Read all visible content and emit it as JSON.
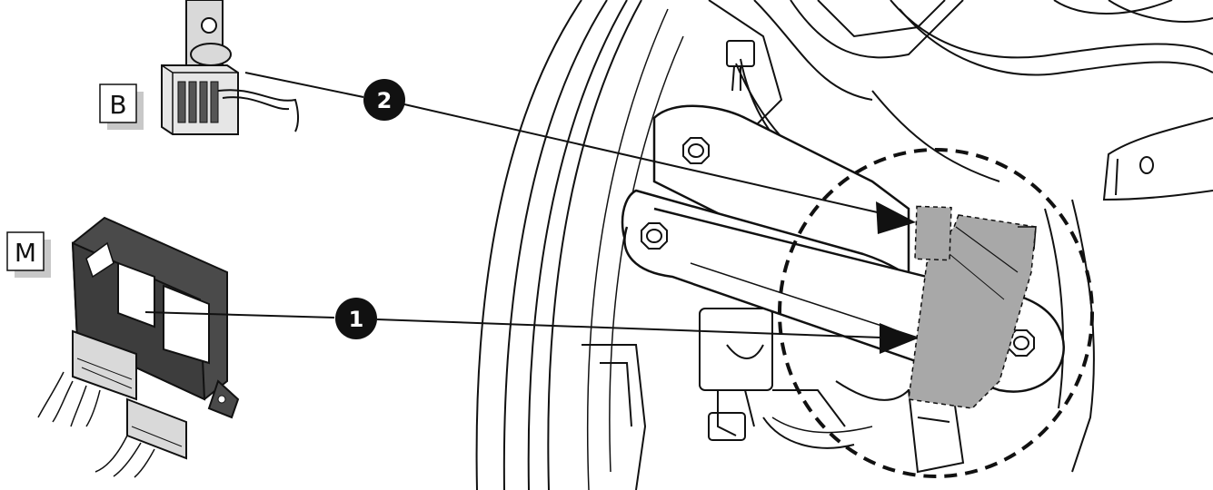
{
  "labels": {
    "part_b": "B",
    "part_m": "M"
  },
  "callouts": {
    "one": "1",
    "two": "2"
  },
  "colors": {
    "line": "#111111",
    "part_dark": "#4a4a4a",
    "part_light": "#d9d9d9",
    "highlight": "#a8a8a8",
    "label_shadow": "#c8c8c8"
  }
}
